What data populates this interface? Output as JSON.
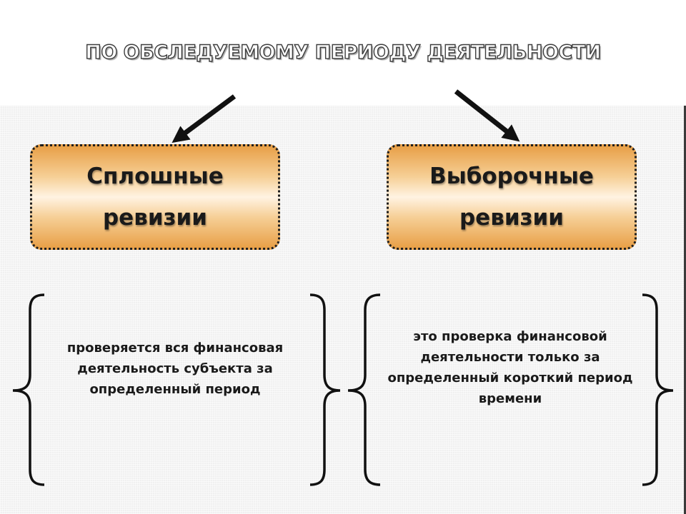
{
  "title": "ПО ОБСЛЕДУЕМОМУ ПЕРИОДУ ДЕЯТЕЛЬНОСТИ",
  "left": {
    "heading_line1": "Сплошные",
    "heading_line2": "ревизии",
    "description": "проверяется вся финансовая деятельность субъекта за определенный период"
  },
  "right": {
    "heading_line1": "Выборочные",
    "heading_line2": "ревизии",
    "description": "это проверка финансовой деятельности только за определенный короткий период времени"
  },
  "colors": {
    "box_gradient_edge": "#e8a048",
    "box_gradient_center": "#fff3e2",
    "text": "#1a1a1a",
    "arrow": "#111111"
  }
}
